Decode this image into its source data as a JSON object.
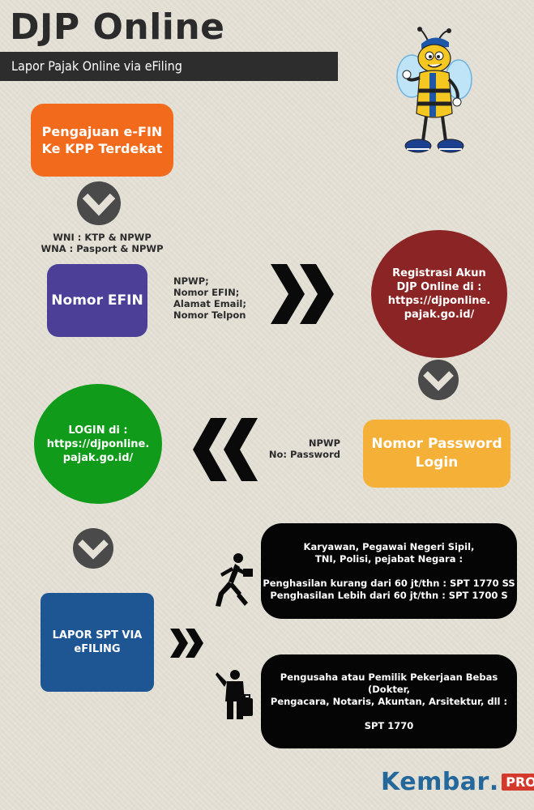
{
  "header": {
    "title": "DJP Online",
    "subtitle": "Lapor Pajak Online via eFiling"
  },
  "steps": {
    "efin_request": "Pengajuan e-FIN\nKe KPP Terdekat",
    "efin_requirements": "WNI : KTP & NPWP\nWNA : Pasport & NPWP",
    "efin_number": "Nomor EFIN",
    "registration_fields": "NPWP;\nNomor EFIN;\nAlamat Email;\nNomor Telpon",
    "registration": "Registrasi Akun\nDJP Online di :\nhttps://djponline.\npajak.go.id/",
    "password_login": "Nomor Password\nLogin",
    "login_fields": "NPWP\nNo: Password",
    "login": "LOGIN di :\nhttps://djponline.\npajak.go.id/",
    "report": "LAPOR SPT VIA\neFILING"
  },
  "spt_info": {
    "employees": "Karyawan, Pegawai Negeri Sipil,\nTNI, Polisi, pejabat Negara :\n\nPenghasilan kurang dari 60 jt/thn : SPT 1770 SS\nPenghasilan Lebih dari 60 jt/thn : SPT 1700 S",
    "business": "Pengusaha atau Pemilik Pekerjaan Bebas (Dokter,\nPengacara, Notaris, Akuntan, Arsitektur, dll :\n\nSPT 1770"
  },
  "icons": {
    "mascot": "bee-mascot-icon",
    "arrow_down": "chevron-down-circle-icon",
    "arrow_right": "double-chevron-right-icon",
    "arrow_left": "double-chevron-left-icon",
    "employee": "running-man-icon",
    "businessman": "man-with-briefcase-icon"
  },
  "colors": {
    "orange": "#f26a1b",
    "purple": "#4b3f98",
    "red": "#8b2424",
    "yellow": "#f5b038",
    "green": "#119b1a",
    "blue": "#1e5693",
    "dark": "#2d2d2d"
  },
  "logo": {
    "name": "Kembar",
    "dot": ".",
    "suffix": "PRO"
  }
}
